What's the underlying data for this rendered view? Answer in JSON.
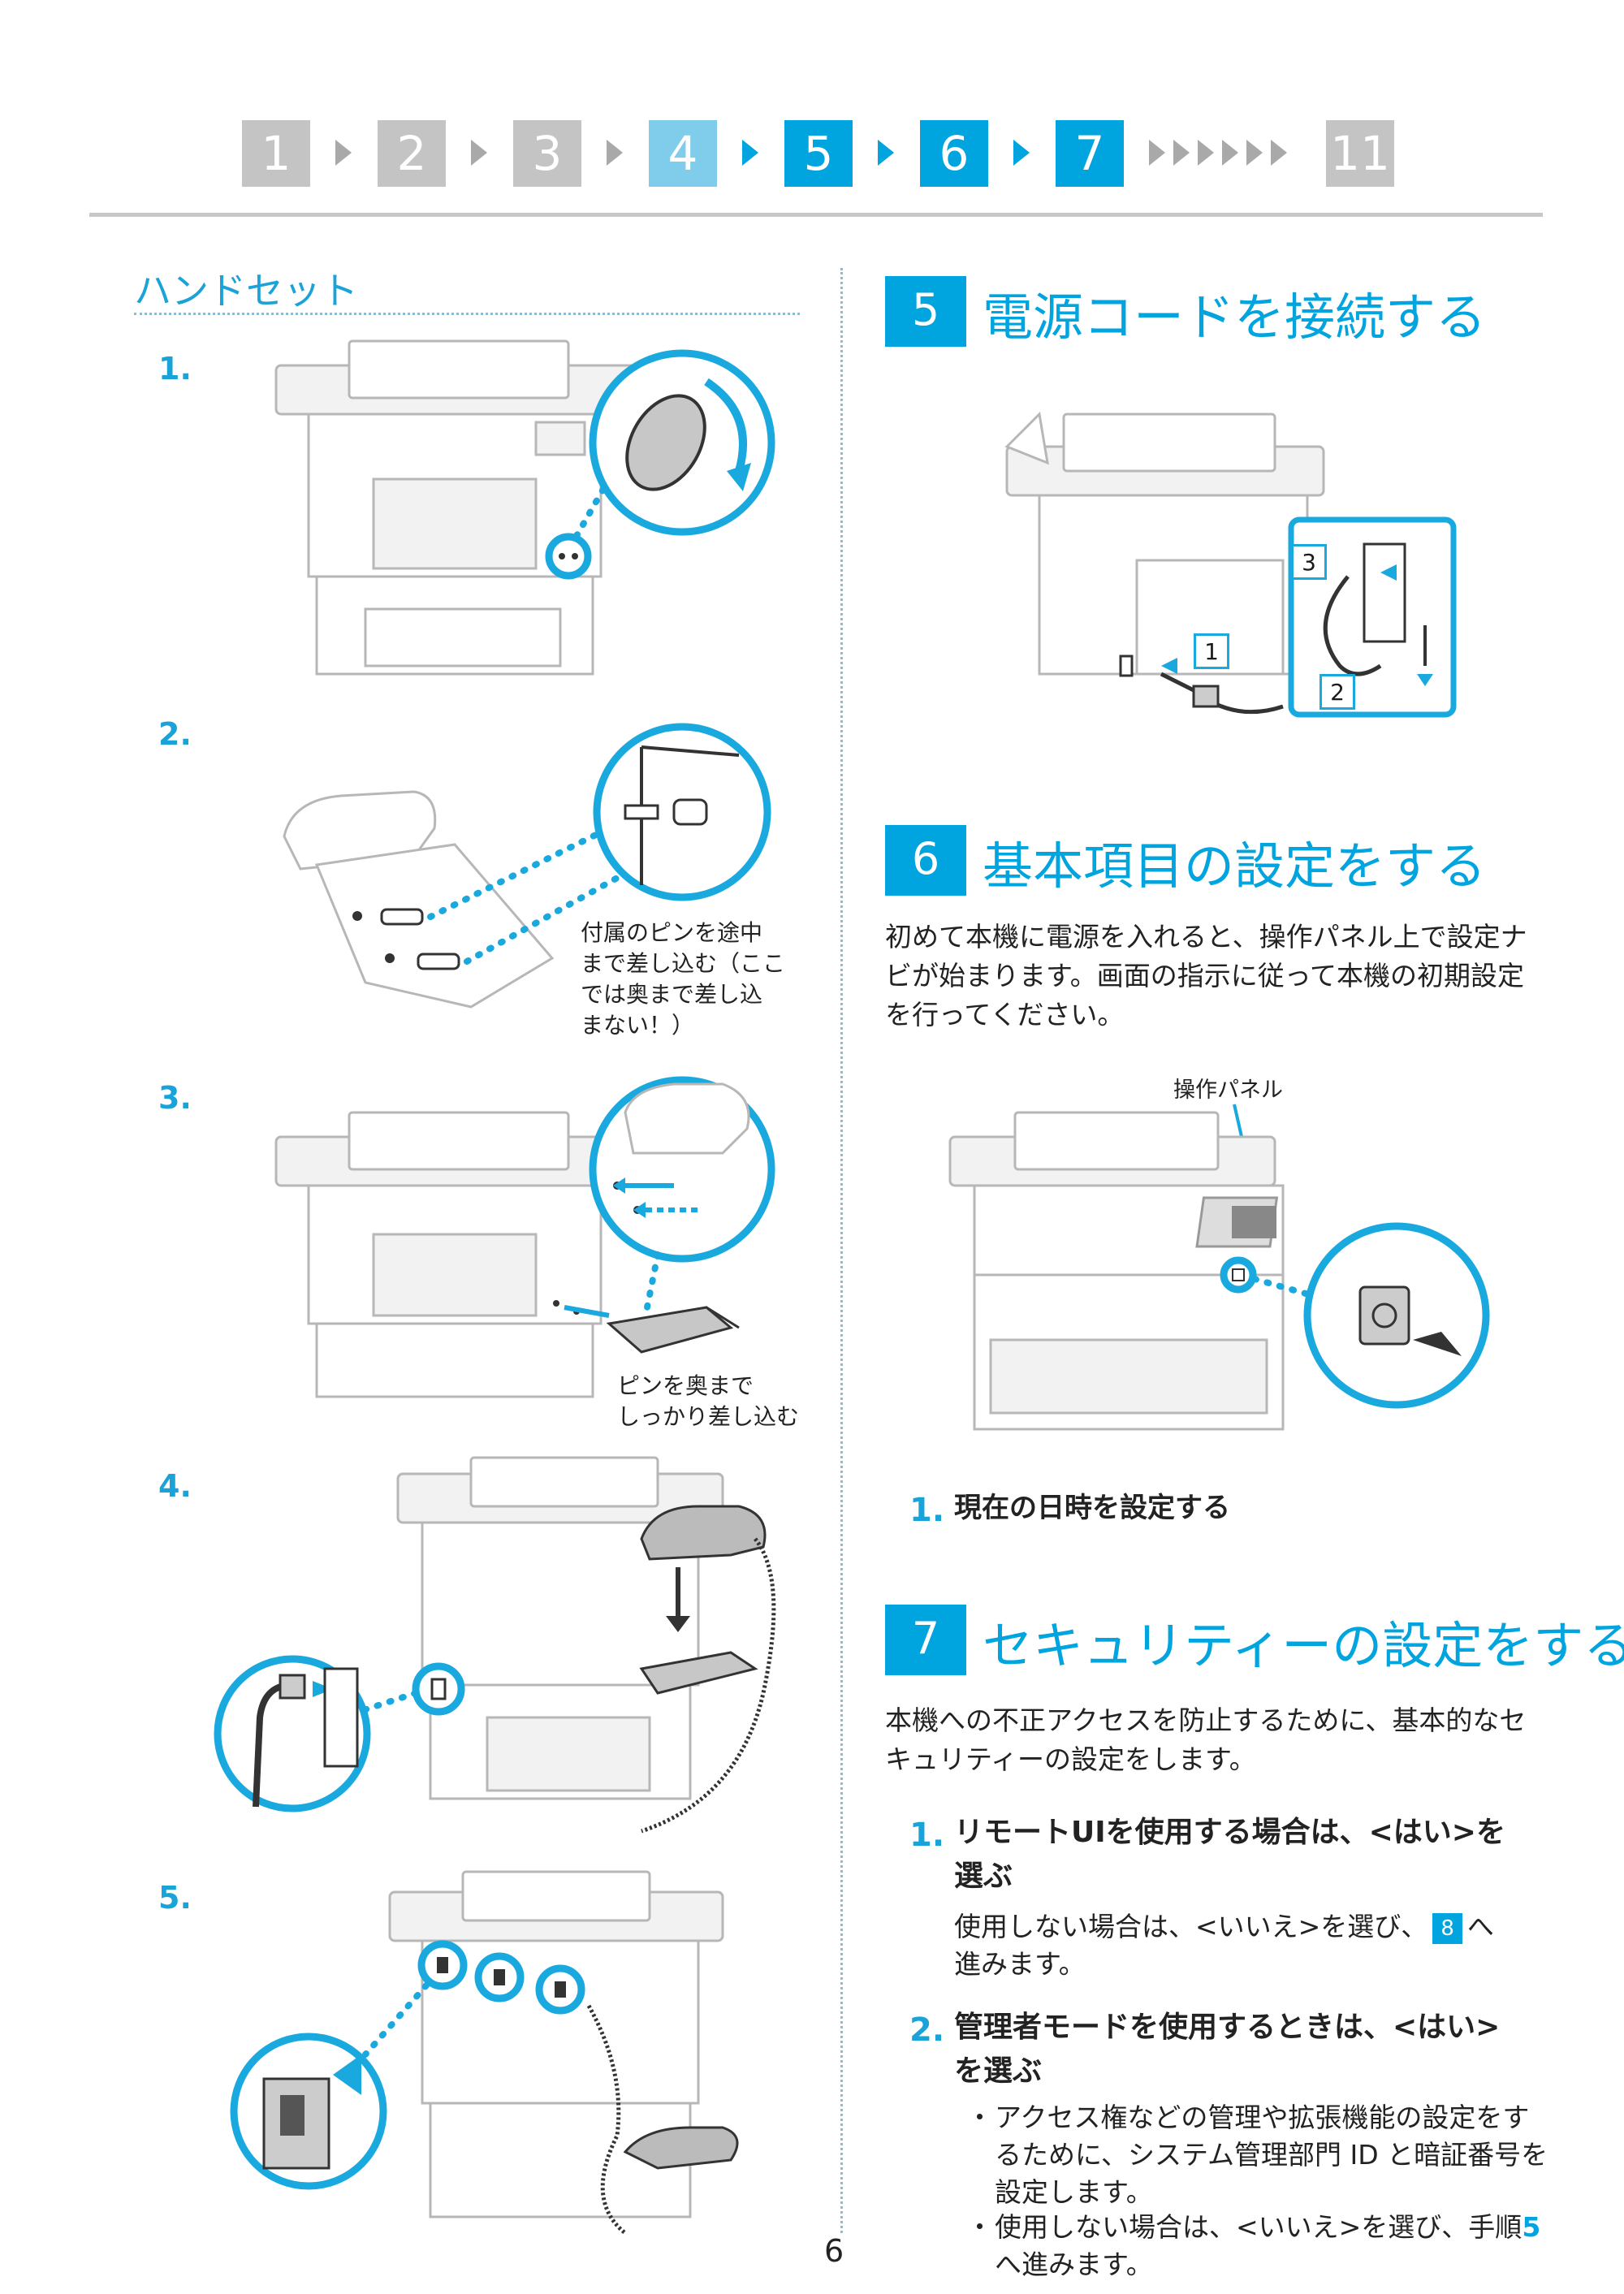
{
  "progress": {
    "steps": [
      "1",
      "2",
      "3",
      "4",
      "5",
      "6",
      "7",
      "11"
    ]
  },
  "left": {
    "section_title": "ハンドセット",
    "steps": [
      {
        "label": "1."
      },
      {
        "label": "2.",
        "caption": "付属のピンを途中\nまで差し込む（ここ\nでは奥まで差し込\nまない！）"
      },
      {
        "label": "3.",
        "caption": "ピンを奥まで\nしっかり差し込む"
      },
      {
        "label": "4."
      },
      {
        "label": "5."
      }
    ]
  },
  "sec5": {
    "num": "5",
    "title": "電源コードを接続する",
    "callouts": [
      "3",
      "1",
      "2"
    ]
  },
  "sec6": {
    "num": "6",
    "title": "基本項目の設定をする",
    "body": "初めて本機に電源を入れると、操作パネル上で設定ナビが始まります。画面の指示に従って本機の初期設定を行ってください。",
    "panel_label": "操作パネル",
    "step1_num": "1.",
    "step1_text": "現在の日時を設定する"
  },
  "sec7": {
    "num": "7",
    "title": "セキュリティーの設定をする",
    "body": "本機への不正アクセスを防止するために、基本的なセキュリティーの設定をします。",
    "step1_num": "1.",
    "step1_line1": "リモートUIを使用する場合は、<はい>を",
    "step1_line2": "選ぶ",
    "step1_note_a": "使用しない場合は、<いいえ>を選び、",
    "step1_note_badge": "8",
    "step1_note_b": "へ",
    "step1_note_c": "進みます。",
    "step2_num": "2.",
    "step2_line1": "管理者モードを使用するときは、<はい>",
    "step2_line2": "を選ぶ",
    "bullet1": "アクセス権などの管理や拡張機能の設定をするために、システム管理部門 ID と暗証番号を設定します。",
    "bullet2_a": "使用しない場合は、<いいえ>を選び、手順",
    "bullet2_num": "5",
    "bullet2_b": "へ進みます。"
  },
  "page_number": "6"
}
